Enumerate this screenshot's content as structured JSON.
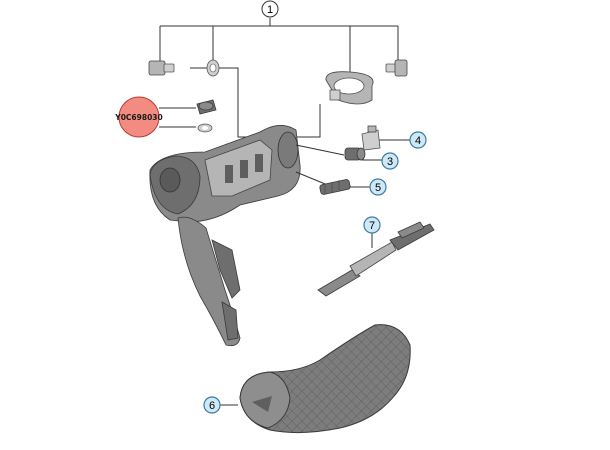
{
  "callouts": {
    "c1": "1",
    "c3": "3",
    "c4": "4",
    "c5": "5",
    "c6": "6",
    "c7": "7"
  },
  "highlight": {
    "part_code": "Y0C698030",
    "color": "#f28b82"
  },
  "colors": {
    "callout_fill": "#cfe8f5",
    "callout_stroke": "#3a7ca5",
    "part_gray": "#8a8a8a"
  }
}
